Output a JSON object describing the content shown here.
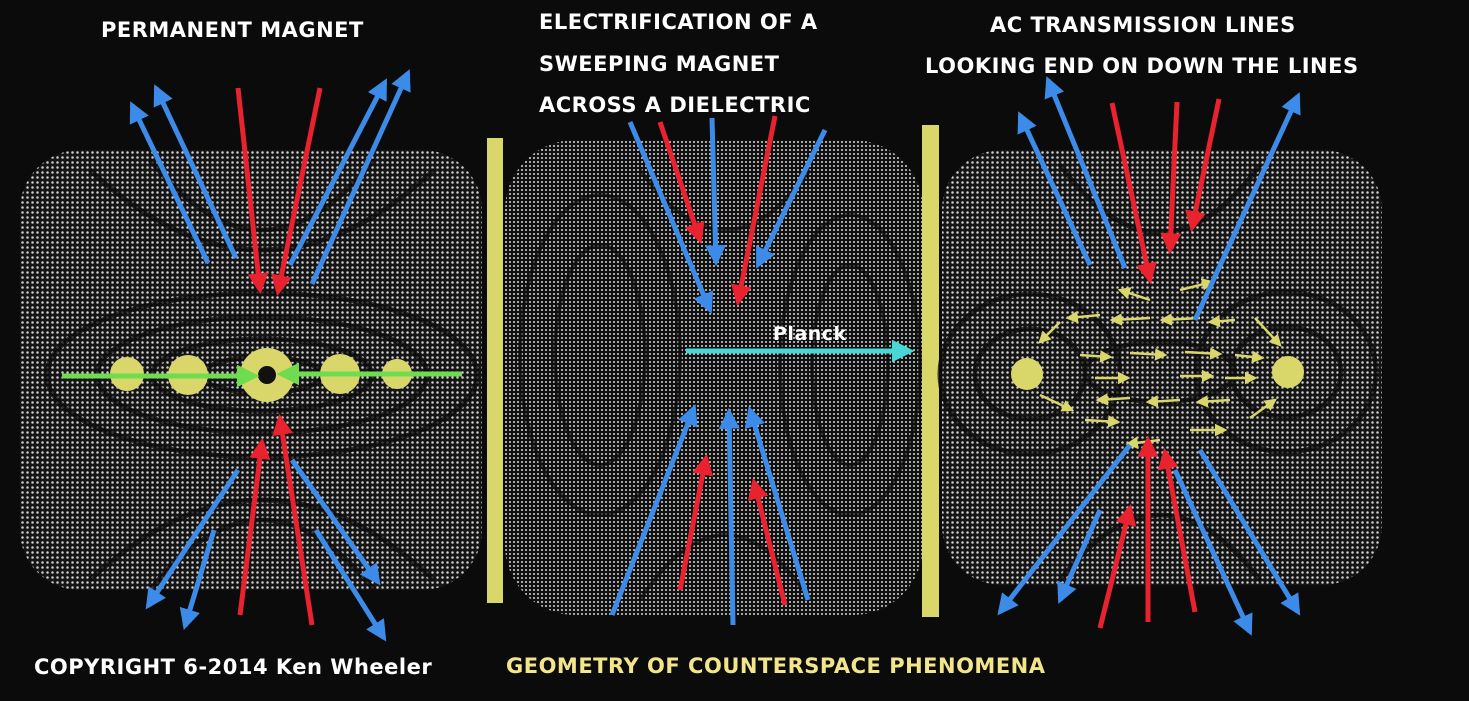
{
  "panels": [
    {
      "id": "permanent-magnet",
      "title_lines": [
        "PERMANENT MAGNET"
      ]
    },
    {
      "id": "sweeping-magnet",
      "title_lines": [
        "ELECTRIFICATION OF A",
        "SWEEPING MAGNET",
        "ACROSS A DIELECTRIC"
      ]
    },
    {
      "id": "ac-lines",
      "title_lines": [
        "AC TRANSMISSION LINES",
        "LOOKING END ON DOWN THE LINES"
      ]
    }
  ],
  "planck_label": "Planck",
  "copyright": "COPYRIGHT 6-2014 Ken Wheeler",
  "footer_title": "GEOMETRY OF COUNTERSPACE PHENOMENA",
  "colors": {
    "background": "#0b0b0b",
    "blue_arrow": "#3d8be8",
    "red_arrow": "#e8222e",
    "green_arrow": "#6fdc4f",
    "cyan_arrow": "#49d6d6",
    "yellow": "#d9d76a",
    "footer_text": "#f2e58a"
  }
}
